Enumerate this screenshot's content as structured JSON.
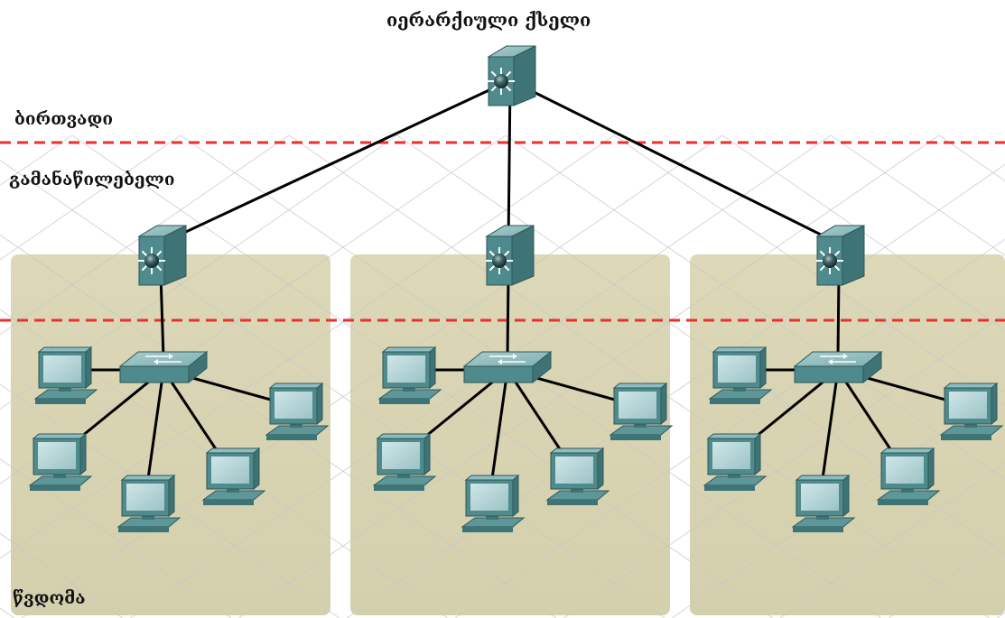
{
  "diagram": {
    "title": "იერარქიული ქსელი",
    "layers": {
      "core": "ბირთვადი",
      "distribution": "გამანაწილებელი",
      "access": "წვდომა"
    },
    "colors": {
      "layer_divider": "#e8312d",
      "zone_fill": "#dcd8b8",
      "device": "#4f8a8c",
      "link": "#000000",
      "grid": "#c8c8c8"
    },
    "devices": {
      "core_switches": 1,
      "distribution_switches": 3,
      "access_switches": 3,
      "pcs_per_access_switch": 5
    }
  }
}
